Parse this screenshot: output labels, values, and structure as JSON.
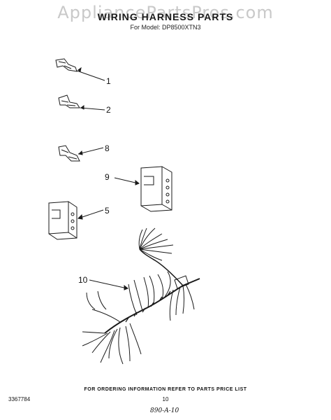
{
  "header": {
    "watermark": "AppliancePartsPros.com",
    "title": "WIRING HARNESS PARTS",
    "subtitle": "For Model: DP8500XTN3"
  },
  "callouts": [
    {
      "id": "1",
      "label": "1"
    },
    {
      "id": "2",
      "label": "2"
    },
    {
      "id": "8",
      "label": "8"
    },
    {
      "id": "9",
      "label": "9"
    },
    {
      "id": "5",
      "label": "5"
    },
    {
      "id": "10",
      "label": "10"
    }
  ],
  "footer": {
    "ordering_note": "FOR ORDERING INFORMATION REFER TO PARTS PRICE LIST",
    "page_number": "10",
    "doc_number": "3367784",
    "handwritten": "890-A-10"
  }
}
